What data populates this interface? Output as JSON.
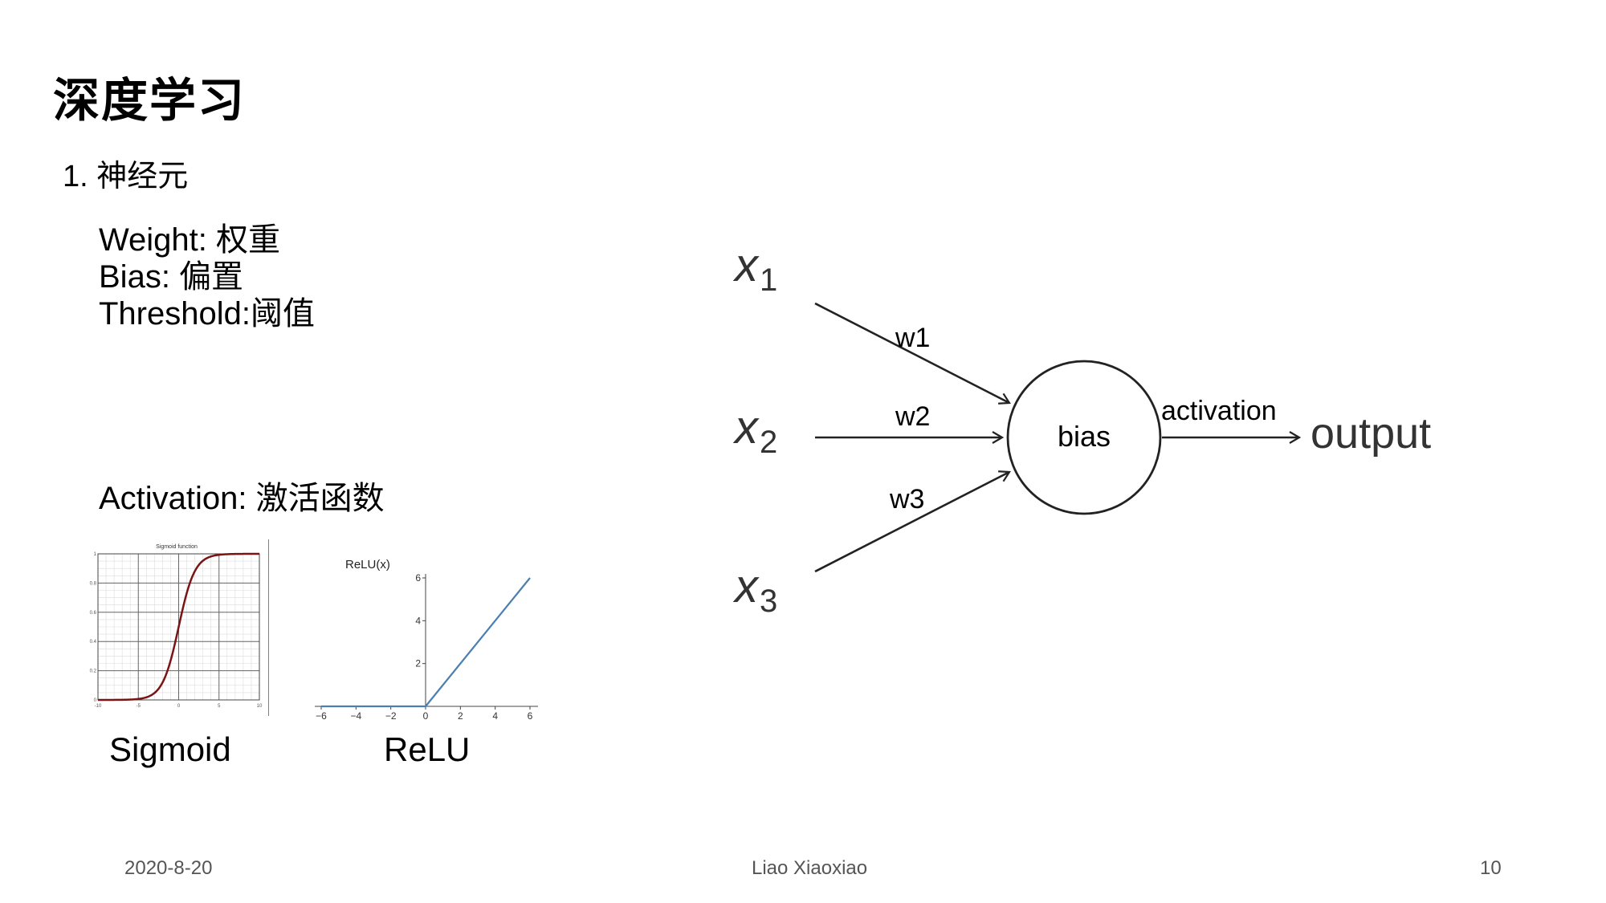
{
  "slide": {
    "title": "深度学习",
    "subtitle": "1. 神经元",
    "terms": [
      "Weight: 权重",
      "Bias: 偏置",
      "Threshold:阈值"
    ],
    "activation_heading": "Activation: 激活函数",
    "chart_labels": {
      "sigmoid": "Sigmoid",
      "relu": "ReLU"
    }
  },
  "neuron": {
    "inputs": [
      {
        "var": "x",
        "sub": "1"
      },
      {
        "var": "x",
        "sub": "2"
      },
      {
        "var": "x",
        "sub": "3"
      }
    ],
    "weights": [
      "w1",
      "w2",
      "w3"
    ],
    "node_label": "bias",
    "arrow_label": "activation",
    "output": "output"
  },
  "chart_data": [
    {
      "type": "line",
      "title": "Sigmoid function",
      "function": "sigmoid",
      "xlim": [
        -10,
        10
      ],
      "ylim": [
        0,
        1
      ],
      "x_ticks": [
        -10,
        -5,
        0,
        5,
        10
      ],
      "y_ticks": [
        0,
        0.2,
        0.4,
        0.6,
        0.8,
        1
      ],
      "grid": true,
      "line_color": "#7a1414"
    },
    {
      "type": "line",
      "title": "ReLU(x)",
      "function": "relu",
      "x": [
        -6,
        0,
        6
      ],
      "y": [
        0,
        0,
        6
      ],
      "xlim": [
        -6,
        6
      ],
      "ylim": [
        0,
        6
      ],
      "x_tick_labels": [
        "−6",
        "−4",
        "−2",
        "0",
        "2",
        "4",
        "6"
      ],
      "y_tick_labels": [
        "2",
        "4",
        "6"
      ],
      "grid": false,
      "line_color": "#4a7fb0"
    }
  ],
  "footer": {
    "date": "2020-8-20",
    "author": "Liao Xiaoxiao",
    "page": "10"
  }
}
